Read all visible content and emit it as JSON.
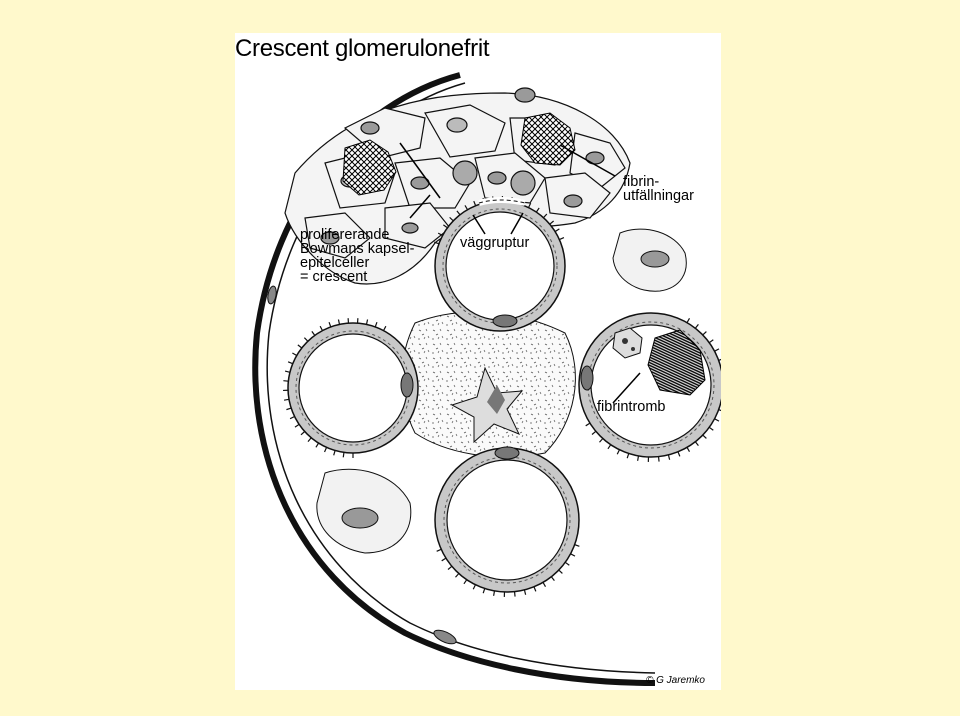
{
  "title": "Crescent glomerulonefrit",
  "labels": {
    "crescent_cells": [
      "prolifererande",
      "Bowmans kapsel-",
      "epitelceller",
      "= crescent"
    ],
    "fibrin_deposits": [
      "fibrin-",
      "utfällningar"
    ],
    "wall_rupture": "väggruptur",
    "fibrin_thrombus": "fibrintromb"
  },
  "credit": "© G Jaremko",
  "colors": {
    "background": "#fff9cc",
    "panel": "#ffffff",
    "capillary_wall": "#c8c8c8",
    "cell_fill": "#f4f4f4",
    "nucleus": "#9a9a9a",
    "outline": "#111111"
  }
}
